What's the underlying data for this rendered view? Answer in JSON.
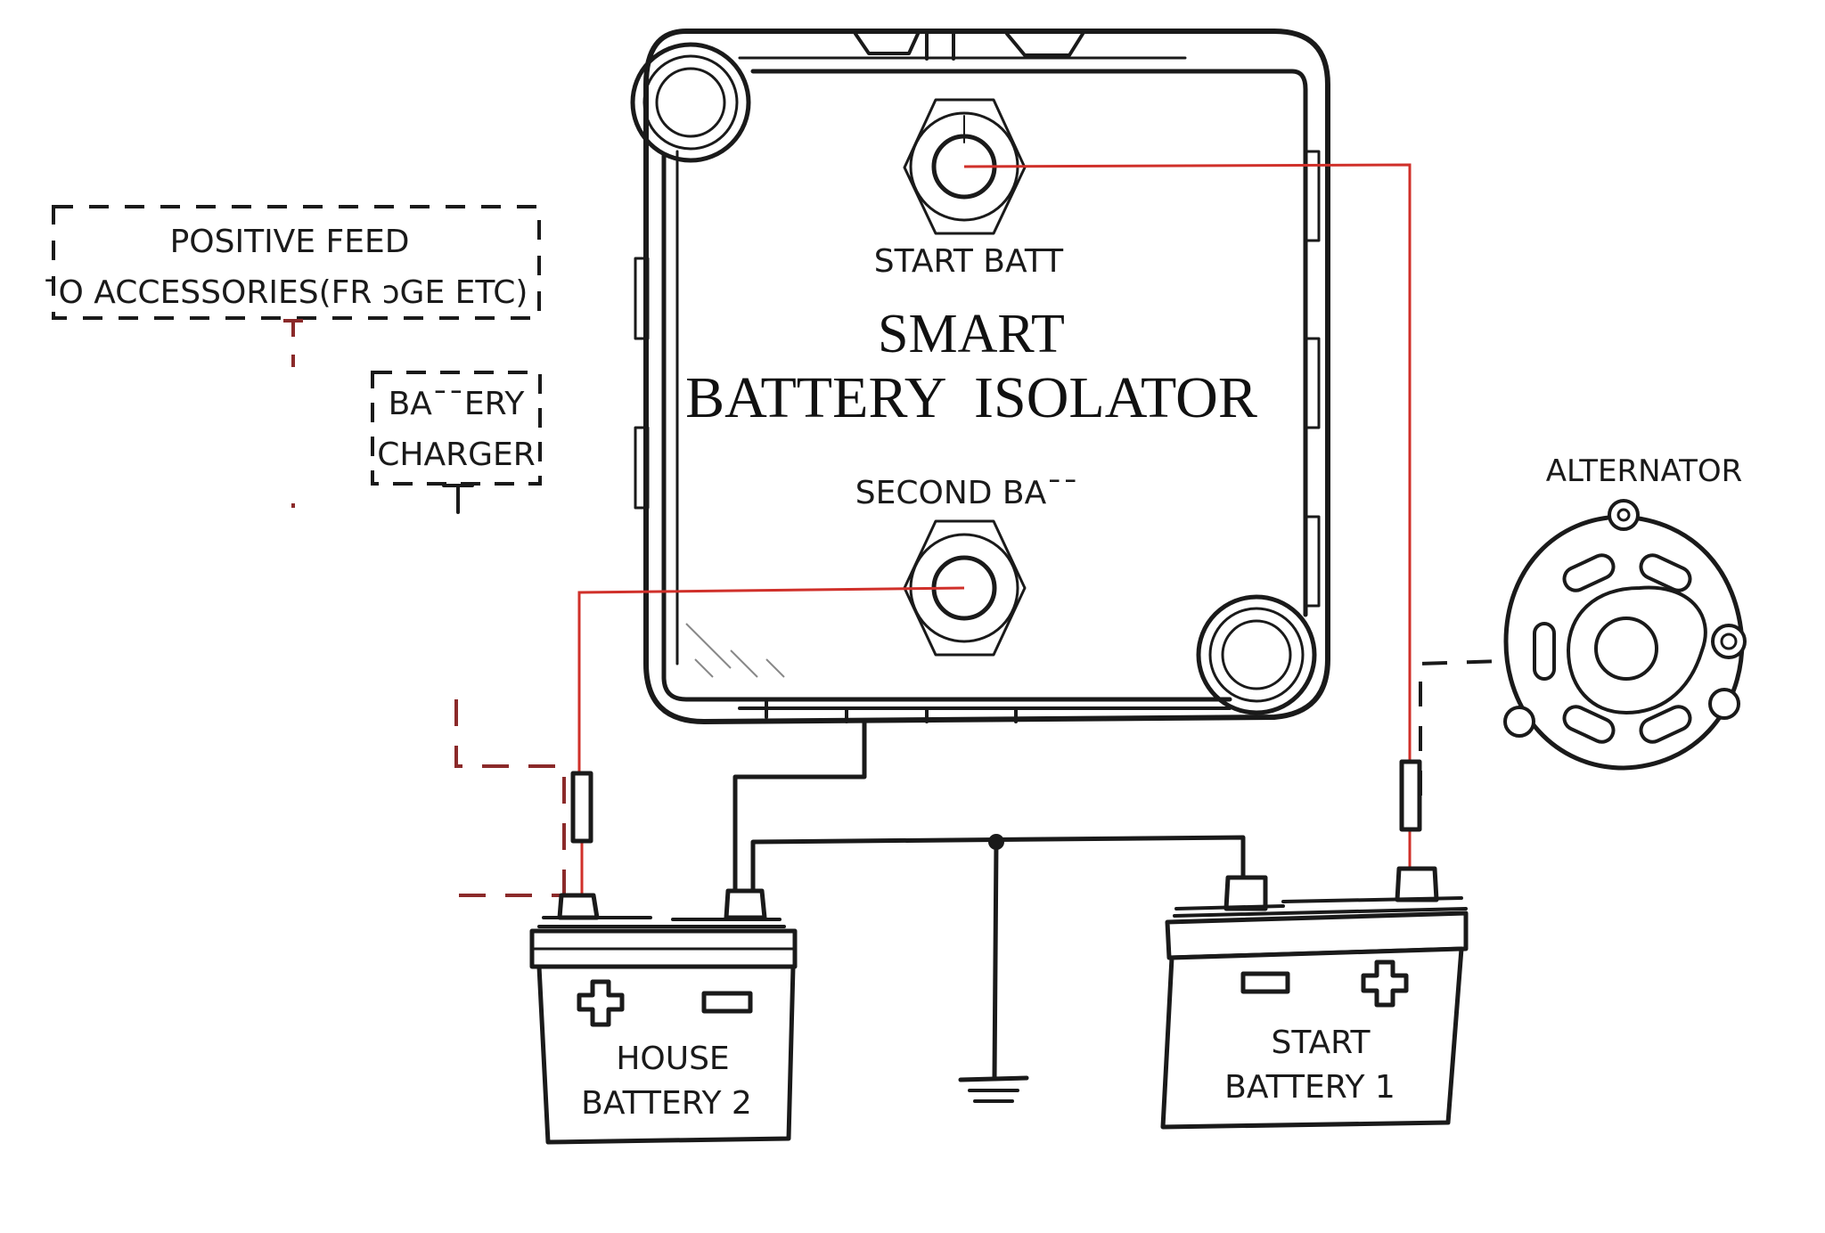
{
  "diagram": {
    "colors": {
      "ink": "#1a1a1a",
      "positive_wire": "#d0302a",
      "dashed_feed": "#8b2a2a",
      "background": "#ffffff"
    },
    "isolator": {
      "title_line1": "SMART",
      "title_line2": "BATTERY  ISOLATOR",
      "terminal_top_label": "START BATT",
      "terminal_bottom_label": "SECOND BA¯¯"
    },
    "accessories_box": {
      "line1": "POSITIVE FEED",
      "line2": "¯O ACCESSORIES(FR ɔGE ETC)"
    },
    "charger_box": {
      "line1": "BA¯¯ERY",
      "line2": "CHARGER"
    },
    "alternator": {
      "label": "ALTERNATOR"
    },
    "house_battery": {
      "line1": "HOUSE",
      "line2": "BATTERY 2",
      "left_symbol": "plus",
      "right_symbol": "minus"
    },
    "start_battery": {
      "line1": "START",
      "line2": "BATTERY 1",
      "left_symbol": "minus",
      "right_symbol": "plus"
    },
    "ground": {
      "symbol": "ground-icon"
    }
  }
}
